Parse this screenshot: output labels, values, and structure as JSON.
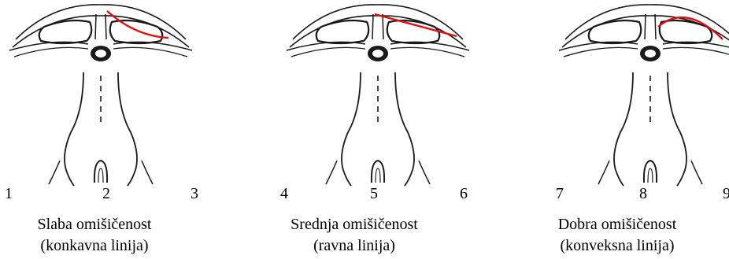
{
  "panels": [
    {
      "line_shape": "concave",
      "caption_1": "Slaba omišičenost",
      "caption_2": "(konkavna linija)"
    },
    {
      "line_shape": "straight",
      "caption_1": "Srednja omišičenost",
      "caption_2": "(ravna linija)"
    },
    {
      "line_shape": "convex",
      "caption_1": "Dobra omišičenost",
      "caption_2": "(konveksna linija)"
    }
  ],
  "scale_numbers": [
    "1",
    "2",
    "3",
    "4",
    "5",
    "6",
    "7",
    "8",
    "9"
  ],
  "colors": {
    "drawing": "#1a1a1a",
    "profile_line": "#e01010"
  }
}
